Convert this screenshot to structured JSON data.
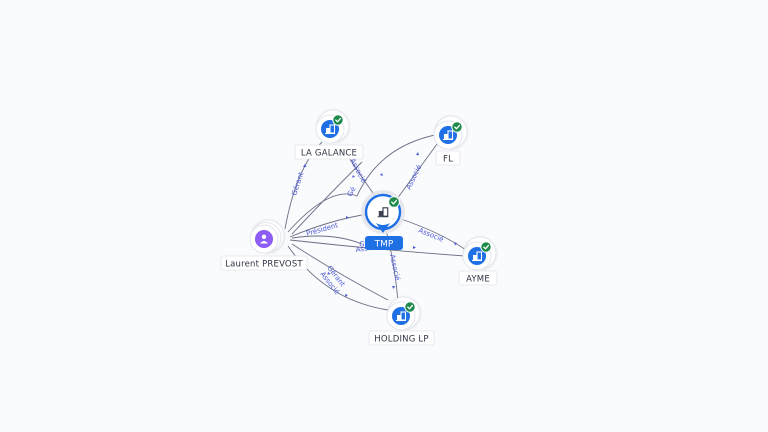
{
  "graph": {
    "center": {
      "label": "TMP",
      "icon": "building-icon",
      "verified": true
    },
    "companies": [
      {
        "id": "la-galance",
        "label": "LA GALANCE",
        "icon": "building-icon",
        "verified": true
      },
      {
        "id": "fl",
        "label": "FL",
        "icon": "building-icon",
        "verified": true
      },
      {
        "id": "ayme",
        "label": "AYME",
        "icon": "building-icon",
        "verified": true
      },
      {
        "id": "holding-lp",
        "label": "HOLDING LP",
        "icon": "building-icon",
        "verified": true
      }
    ],
    "person": {
      "id": "laurent-prevost",
      "label": "Laurent PREVOST",
      "icon": "person-icon"
    },
    "edges": [
      {
        "from": "laurent-prevost",
        "to": "la-galance",
        "label": "Gérant"
      },
      {
        "from": "la-galance",
        "to": "center",
        "label": "Associé"
      },
      {
        "from": "laurent-prevost",
        "to": "center",
        "label": "Président"
      },
      {
        "from": "center",
        "to": "fl",
        "label": "Associé"
      },
      {
        "from": "center",
        "to": "ayme",
        "label": "Associé"
      },
      {
        "from": "center",
        "to": "holding-lp",
        "label": "Associé"
      },
      {
        "from": "laurent-prevost",
        "to": "holding-lp",
        "label": "Gérant"
      },
      {
        "from": "laurent-prevost",
        "to": "holding-lp",
        "label": "Associé"
      },
      {
        "from": "laurent-prevost",
        "to": "ayme",
        "label": "Associé"
      },
      {
        "from": "laurent-prevost",
        "to": "fl",
        "label": "Gé"
      },
      {
        "from": "laurent-prevost",
        "to": "center",
        "label": "G"
      }
    ]
  },
  "colors": {
    "company_blue": "#1f6fe5",
    "verified_green": "#1e8a4c",
    "person_purple": "#8b5cf6",
    "edge_label": "#4d5ad6"
  }
}
